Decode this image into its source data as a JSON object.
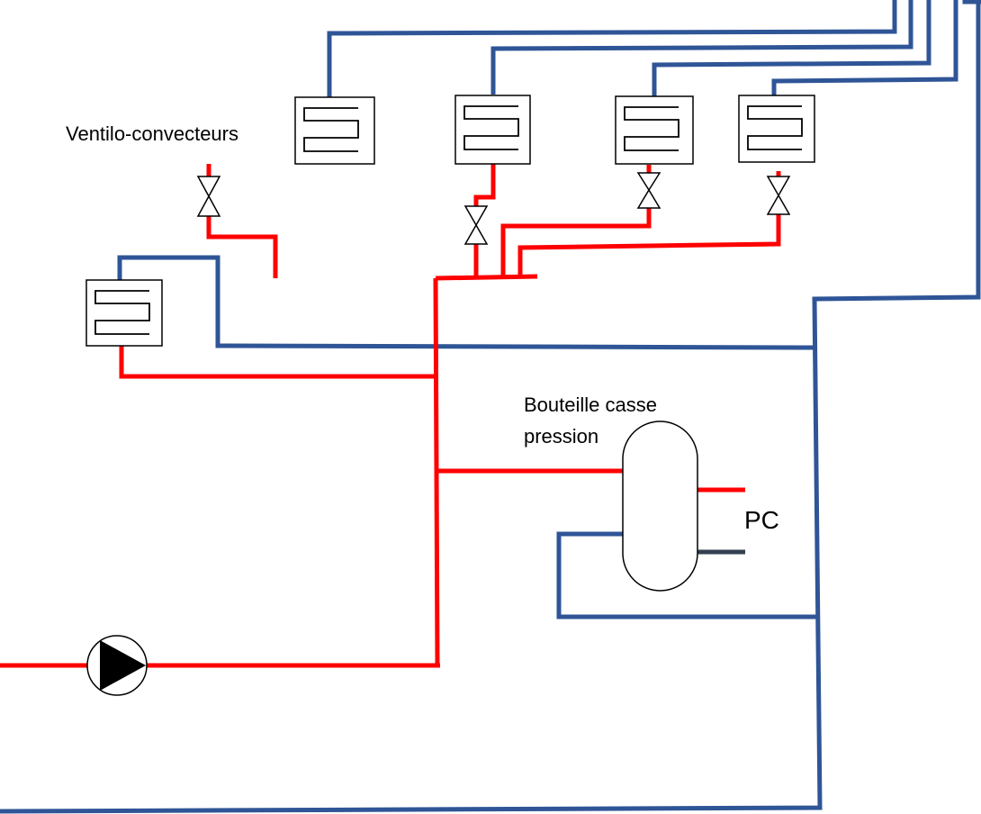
{
  "labels": {
    "fan_coils": "Ventilo-convecteurs",
    "bottle_line1": "Bouteille casse",
    "bottle_line2": "pression",
    "heat_pump": "PC"
  },
  "colors": {
    "supply_pipe": "#ff0000",
    "return_pipe": "#2f5597",
    "pc_return": "#333f50",
    "outline": "#000000"
  },
  "components": {
    "fan_coil_units": 5,
    "valves": 4,
    "pump": "circulator-pump",
    "separator": "hydraulic-separator"
  }
}
